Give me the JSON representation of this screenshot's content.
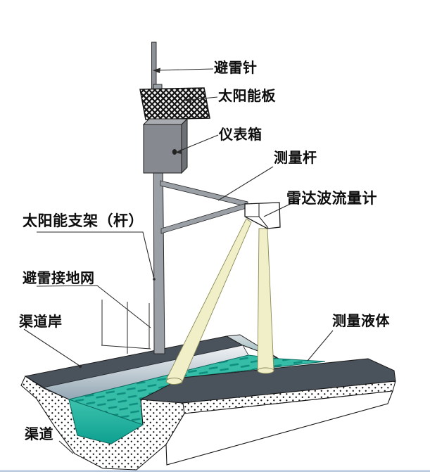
{
  "diagram": {
    "labels": {
      "lightning_rod": "避雷针",
      "solar_panel": "太阳能板",
      "instrument_box": "仪表箱",
      "measuring_rod": "测量杆",
      "radar_flow_meter": "雷达波流量计",
      "solar_bracket_pole": "太阳能支架（杆）",
      "lightning_grounding_net": "避雷接地网",
      "channel_bank": "渠道岸",
      "measured_liquid": "测量液体",
      "channel": "渠道"
    },
    "colors": {
      "water": "#35bda7",
      "water_dash": "#0f8f7f",
      "bank_top": "#4a525c",
      "metal": "#9aa0a6",
      "rod": "#8e9298",
      "box_front": "#868990",
      "box_top": "#a9acb1",
      "box_side": "#6e7176",
      "meter_body": "#ffffff",
      "beam": "#f0efc7",
      "beam_outline": "#8a8a58",
      "outline": "#1c1c1c",
      "leader": "#2a2a2a",
      "footer_rule": "#b9c9e2"
    }
  }
}
